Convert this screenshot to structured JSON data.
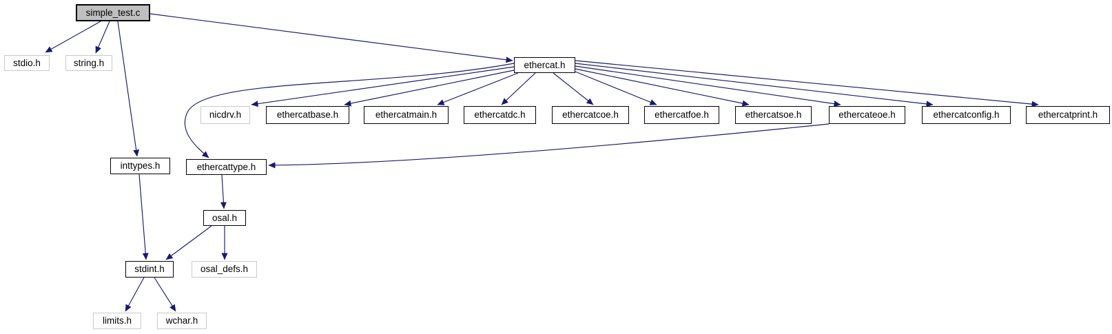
{
  "diagram": {
    "type": "include-dependency-graph",
    "root_file": "simple_test.c",
    "colors": {
      "edge": "#191970",
      "node_border_documented": "#000000",
      "node_border_external": "#c9c9c9",
      "root_fill": "#bfbfbf",
      "node_fill": "#ffffff",
      "background": "#ffffff"
    },
    "nodes": {
      "simple_test_c": {
        "label": "simple_test.c"
      },
      "stdio_h": {
        "label": "stdio.h"
      },
      "string_h": {
        "label": "string.h"
      },
      "ethercat_h": {
        "label": "ethercat.h"
      },
      "nicdrv_h": {
        "label": "nicdrv.h"
      },
      "ethercatbase_h": {
        "label": "ethercatbase.h"
      },
      "ethercatmain_h": {
        "label": "ethercatmain.h"
      },
      "ethercatdc_h": {
        "label": "ethercatdc.h"
      },
      "ethercatcoe_h": {
        "label": "ethercatcoe.h"
      },
      "ethercatfoe_h": {
        "label": "ethercatfoe.h"
      },
      "ethercatsoe_h": {
        "label": "ethercatsoe.h"
      },
      "ethercateoe_h": {
        "label": "ethercateoe.h"
      },
      "ethercatconfig_h": {
        "label": "ethercatconfig.h"
      },
      "ethercatprint_h": {
        "label": "ethercatprint.h"
      },
      "inttypes_h": {
        "label": "inttypes.h"
      },
      "ethercattype_h": {
        "label": "ethercattype.h"
      },
      "osal_h": {
        "label": "osal.h"
      },
      "stdint_h": {
        "label": "stdint.h"
      },
      "osal_defs_h": {
        "label": "osal_defs.h"
      },
      "limits_h": {
        "label": "limits.h"
      },
      "wchar_h": {
        "label": "wchar.h"
      }
    },
    "edges": [
      {
        "from": "simple_test.c",
        "to": "stdio.h"
      },
      {
        "from": "simple_test.c",
        "to": "string.h"
      },
      {
        "from": "simple_test.c",
        "to": "inttypes.h"
      },
      {
        "from": "simple_test.c",
        "to": "ethercat.h"
      },
      {
        "from": "ethercat.h",
        "to": "nicdrv.h"
      },
      {
        "from": "ethercat.h",
        "to": "ethercatbase.h"
      },
      {
        "from": "ethercat.h",
        "to": "ethercatmain.h"
      },
      {
        "from": "ethercat.h",
        "to": "ethercatdc.h"
      },
      {
        "from": "ethercat.h",
        "to": "ethercatcoe.h"
      },
      {
        "from": "ethercat.h",
        "to": "ethercatfoe.h"
      },
      {
        "from": "ethercat.h",
        "to": "ethercatsoe.h"
      },
      {
        "from": "ethercat.h",
        "to": "ethercateoe.h"
      },
      {
        "from": "ethercat.h",
        "to": "ethercatconfig.h"
      },
      {
        "from": "ethercat.h",
        "to": "ethercatprint.h"
      },
      {
        "from": "ethercat.h",
        "to": "ethercattype.h"
      },
      {
        "from": "ethercateoe.h",
        "to": "ethercattype.h"
      },
      {
        "from": "inttypes.h",
        "to": "stdint.h"
      },
      {
        "from": "ethercattype.h",
        "to": "osal.h"
      },
      {
        "from": "osal.h",
        "to": "stdint.h"
      },
      {
        "from": "osal.h",
        "to": "osal_defs.h"
      },
      {
        "from": "stdint.h",
        "to": "limits.h"
      },
      {
        "from": "stdint.h",
        "to": "wchar.h"
      }
    ]
  }
}
